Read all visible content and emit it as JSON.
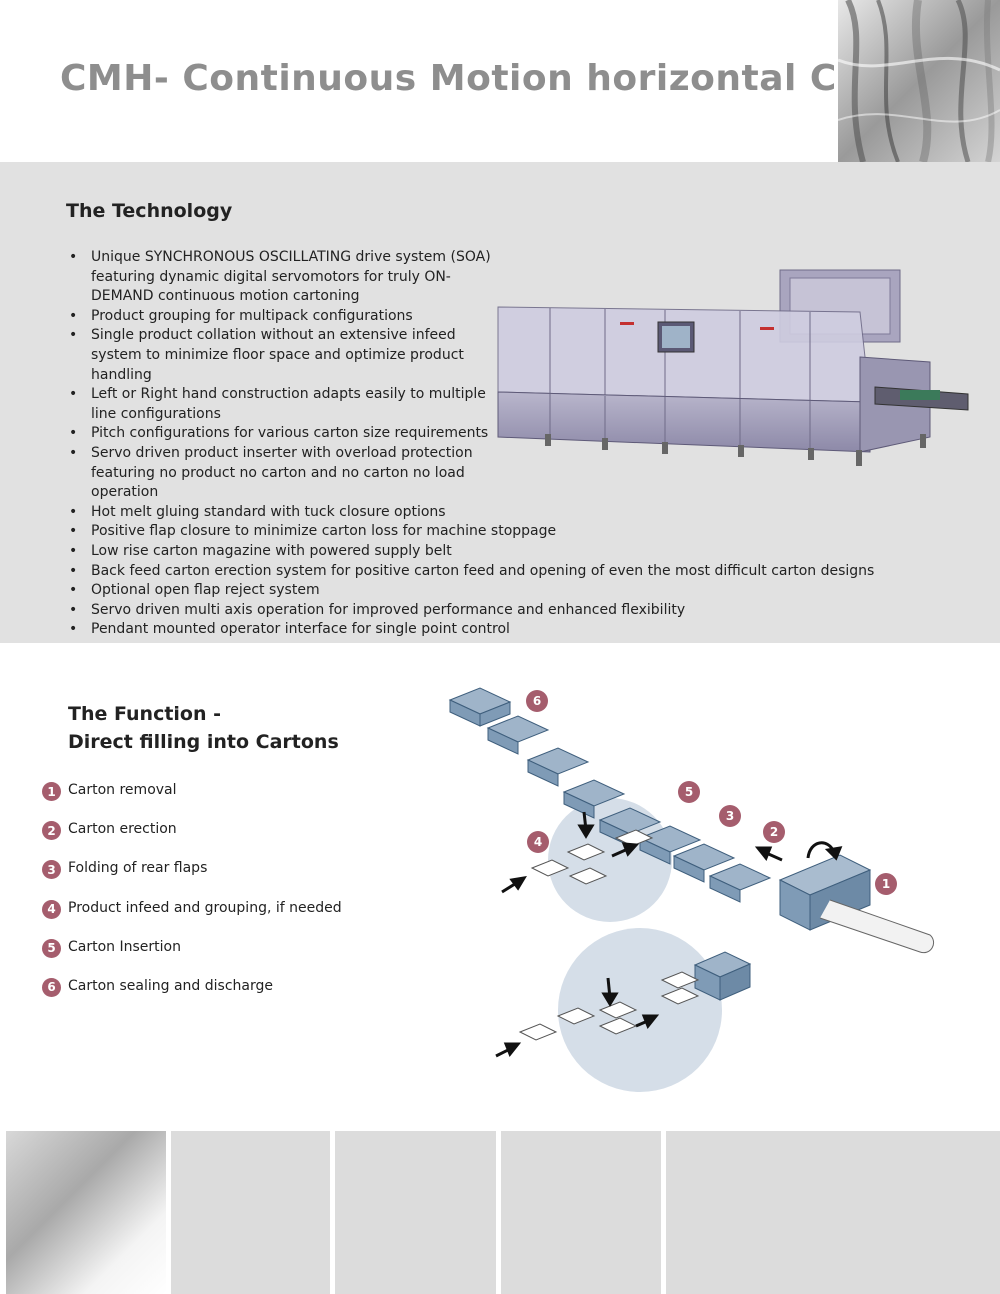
{
  "header": {
    "title": "CMH- Continuous Motion horizontal Cartoner"
  },
  "technology": {
    "heading": "The Technology",
    "bullets": [
      "Unique SYNCHRONOUS OSCILLATING drive system (SOA)",
      "featuring dynamic digital servomotors for truly ON-",
      "DEMAND continuous motion cartoning",
      "Product grouping for multipack configurations",
      "Single product collation without an extensive infeed",
      "system to minimize floor space and optimize product",
      "handling",
      "Left or Right hand construction adapts easily to multiple",
      "line configurations",
      "Pitch configurations for various carton size requirements",
      "Servo driven product inserter with overload protection",
      "featuring no product no carton and no carton no load",
      "operation",
      "Hot melt gluing standard with tuck closure options",
      "Positive flap closure to minimize carton loss for machine stoppage",
      "Low rise carton magazine with powered supply belt",
      "Back feed carton erection system for positive carton feed and opening of even the most difficult carton designs",
      "Optional open flap reject system",
      "Servo driven multi axis operation for improved performance and enhanced flexibility",
      "Pendant mounted operator interface for single point control"
    ]
  },
  "function": {
    "heading_line1": "The Function -",
    "heading_line2": "Direct filling into Cartons",
    "steps": [
      {
        "num": "1",
        "label": "Carton removal"
      },
      {
        "num": "2",
        "label": "Carton erection"
      },
      {
        "num": "3",
        "label": "Folding of rear flaps"
      },
      {
        "num": "4",
        "label": "Product infeed and grouping, if needed"
      },
      {
        "num": "5",
        "label": "Carton Insertion"
      },
      {
        "num": "6",
        "label": "Carton sealing and discharge"
      }
    ]
  },
  "colors": {
    "badge": "#a55d6d",
    "tech_bg": "#e1e1e1",
    "title_grey": "#8e8e8e",
    "carton_blue": "#7f9bb6"
  }
}
